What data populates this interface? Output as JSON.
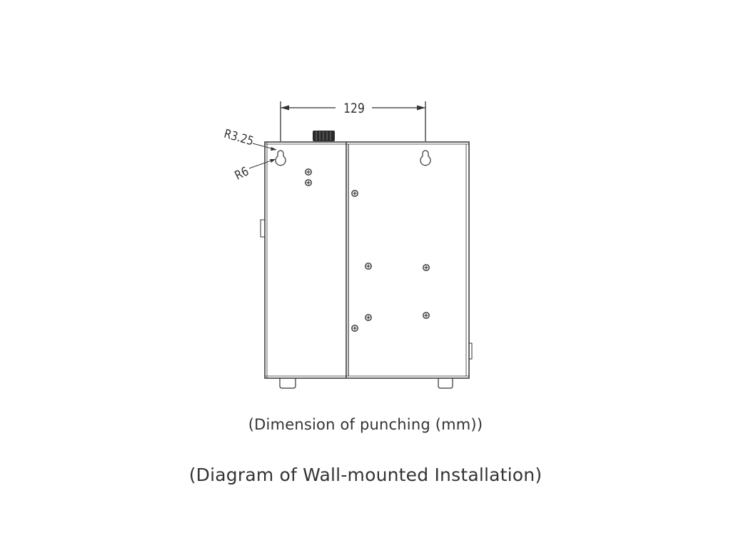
{
  "diagram": {
    "dimension_width": "129",
    "radius_small": "R3.25",
    "radius_large": "R6",
    "colors": {
      "line": "#333333",
      "knob": "#2a2a2a",
      "text": "#333333"
    }
  },
  "captions": {
    "punching": "(Dimension of punching (mm))",
    "installation": "(Diagram of Wall-mounted Installation)"
  }
}
